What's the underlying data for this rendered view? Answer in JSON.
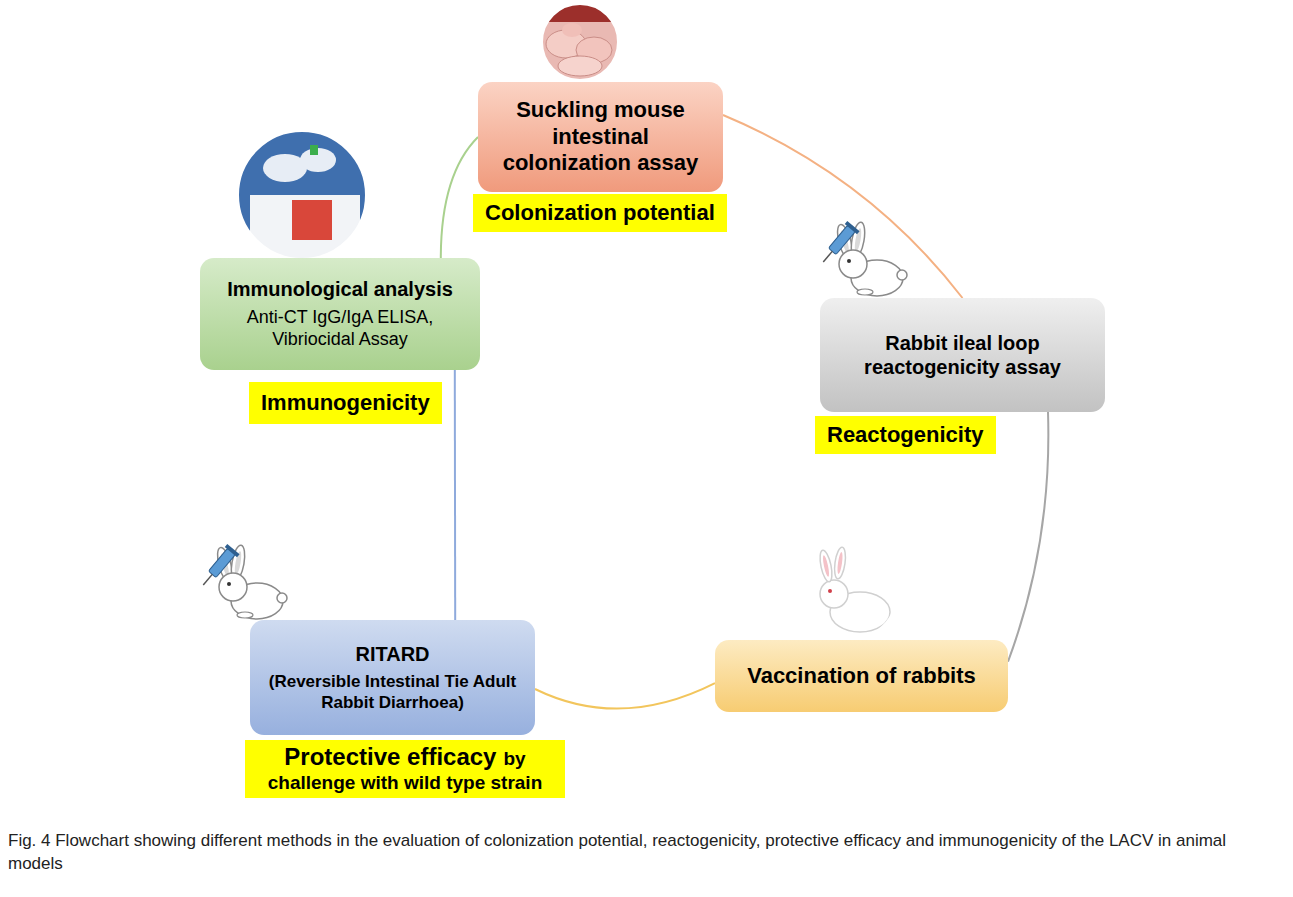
{
  "diagram": {
    "caption": "Fig. 4 Flowchart showing different methods in the evaluation of colonization potential, reactogenicity, protective efficacy and immunogenicity of the LACV in animal models",
    "nodes": [
      {
        "text": [
          "Suckling mouse intestinal colonization assay"
        ]
      },
      {
        "text": [
          "Colonization potential"
        ]
      },
      {
        "text": [
          "Immunological analysis",
          "Anti-CT IgG/IgA ELISA, Vibriocidal Assay"
        ]
      },
      {
        "text": [
          "Rabbit ileal loop reactogenicity assay"
        ]
      },
      {
        "text": [
          "Immunogenicity"
        ]
      },
      {
        "text": [
          "Reactogenicity"
        ]
      },
      {
        "text": [
          "RITARD",
          "(Reversible Intestinal Tie Adult Rabbit Diarrhoea)"
        ]
      },
      {
        "text": [
          "Vaccination of rabbits"
        ]
      },
      {
        "text": [
          "Protective efficacy",
          "by challenge with wild type strain"
        ]
      }
    ],
    "edges": [
      {
        "from": 0,
        "to": 3,
        "arrow": "none"
      },
      {
        "from": 3,
        "to": 7,
        "arrow": "none"
      },
      {
        "from": 7,
        "to": 6,
        "arrow": "none"
      },
      {
        "from": 6,
        "to": 2,
        "arrow": "none"
      },
      {
        "from": 2,
        "to": 0,
        "arrow": "none"
      }
    ]
  }
}
